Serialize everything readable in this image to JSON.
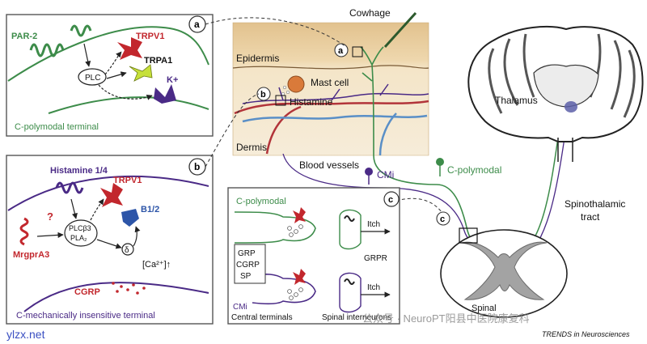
{
  "colors": {
    "green": "#3d8c4a",
    "purple": "#4a2a86",
    "red": "#c2272d",
    "skin_top": "#e8cfa0",
    "skin_dermis": "#f3e6cc",
    "gray_matter": "#9a9a9a",
    "box_border": "#555555"
  },
  "panel_a": {
    "circle_label": "a",
    "par2": "PAR-2",
    "trpv1": "TRPV1",
    "trpa1": "TRPA1",
    "plc": "PLC",
    "k": "K+",
    "footer": "C-polymodal terminal"
  },
  "panel_b": {
    "circle_label": "b",
    "histamine_receptor": "Histamine 1/4",
    "trpv1": "TRPV1",
    "b12": "B1/2",
    "question": "?",
    "mrgpra3": "MrgprA3",
    "plc_line1": "PLCβ3",
    "plc_line2": "PLA₂",
    "delta": "δ",
    "calcium": "[Ca²⁺]↑",
    "cgrp": "CGRP",
    "footer": "C-mechanically insensitive terminal"
  },
  "skin": {
    "cowhage": "Cowhage",
    "epidermis": "Epidermis",
    "mast_cell": "Mast cell",
    "histamine": "Histamine",
    "dermis": "Dermis",
    "blood_vessels": "Blood vessels",
    "marker_a": "a",
    "marker_b": "b"
  },
  "fibers": {
    "c_polymodal": "C-polymodal",
    "cmi": "CMi"
  },
  "brain": {
    "thalamus": "Thalamus",
    "spinothalamic_line1": "Spinothalamic",
    "spinothalamic_line2": "tract"
  },
  "panel_c": {
    "circle_label": "c",
    "c_polymodal": "C-polymodal",
    "grp_lines": [
      "GRP",
      "CGRP",
      "SP"
    ],
    "itch_top": "Itch",
    "grpr": "GRPR",
    "itch_bottom": "Itch",
    "cmi": "CMi",
    "central_terminals": "Central terminals",
    "spinal_interneurons": "Spinal interneurons"
  },
  "spinal_cord": {
    "marker_c": "c",
    "label": "Spinal"
  },
  "footer": {
    "source": "ylzx.net",
    "watermark": "公众号 · NeuroPT阳县中医院康复科",
    "journal": "TRENDS in Neurosciences"
  }
}
